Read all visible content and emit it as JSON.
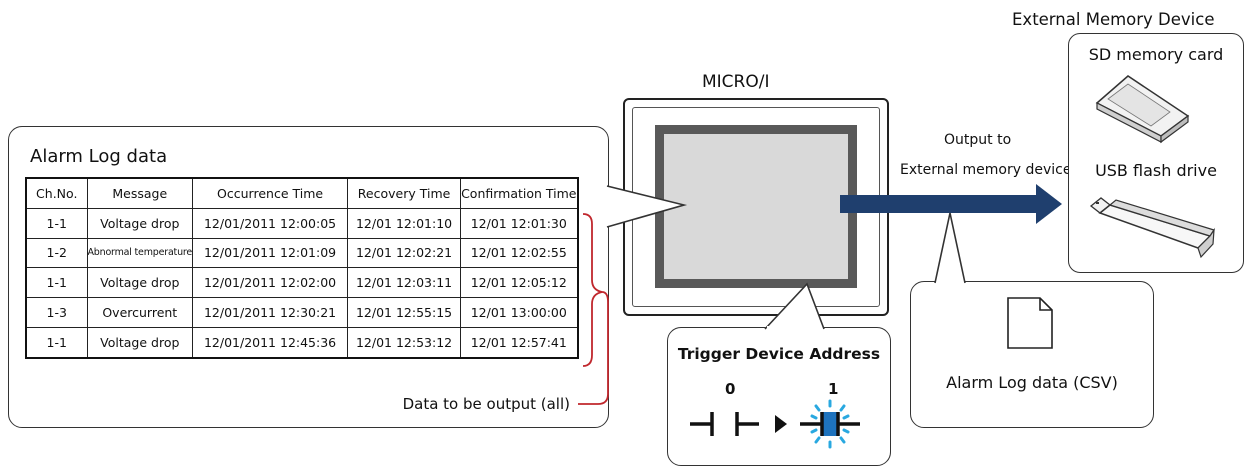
{
  "alarm_log": {
    "title": "Alarm Log data",
    "columns": [
      "Ch.No.",
      "Message",
      "Occurrence Time",
      "Recovery Time",
      "Confirmation Time"
    ],
    "rows": [
      [
        "1-1",
        "Voltage drop",
        "12/01/2011 12:00:05",
        "12/01 12:01:10",
        "12/01 12:01:30"
      ],
      [
        "1-2",
        "Abnormal temperature",
        "12/01/2011 12:01:09",
        "12/01 12:02:21",
        "12/01 12:02:55"
      ],
      [
        "1-1",
        "Voltage drop",
        "12/01/2011 12:02:00",
        "12/01 12:03:11",
        "12/01 12:05:12"
      ],
      [
        "1-3",
        "Overcurrent",
        "12/01/2011 12:30:21",
        "12/01 12:55:15",
        "12/01 13:00:00"
      ],
      [
        "1-1",
        "Voltage drop",
        "12/01/2011 12:45:36",
        "12/01 12:53:12",
        "12/01 12:57:41"
      ]
    ],
    "output_label": "Data to be output (all)"
  },
  "micro": {
    "title": "MICRO/I"
  },
  "trigger": {
    "title": "Trigger Device Address",
    "before": "0",
    "after": "1"
  },
  "output": {
    "line1": "Output to",
    "line2": "External memory device"
  },
  "external": {
    "title": "External Memory Device",
    "sd_label": "SD memory card",
    "usb_label": "USB flash drive"
  },
  "csv": {
    "label": "Alarm Log data (CSV)"
  },
  "colors": {
    "arrow": "#1f3f6e",
    "bracket": "#c0272d",
    "screen_frame": "#595959",
    "screen": "#d9d9d9",
    "highlight": "#1e73be",
    "glow": "#29a8e0"
  }
}
